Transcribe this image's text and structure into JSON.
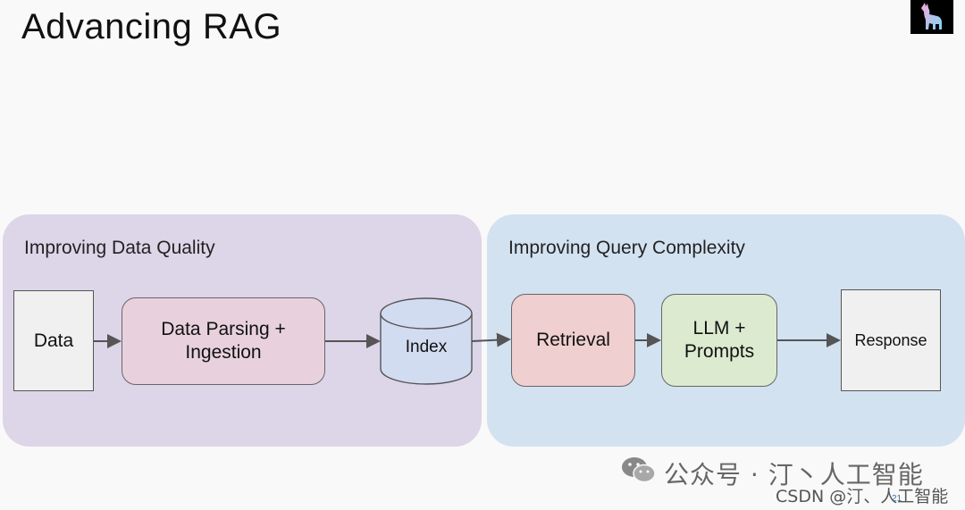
{
  "slide": {
    "title": "Advancing RAG",
    "page_number": "21"
  },
  "groups": {
    "left": {
      "label": "Improving Data Quality"
    },
    "right": {
      "label": "Improving Query Complexity"
    }
  },
  "nodes": {
    "data": "Data",
    "parsing_line1": "Data Parsing +",
    "parsing_line2": "Ingestion",
    "index": "Index",
    "retrieval": "Retrieval",
    "llm_line1": "LLM +",
    "llm_line2": "Prompts",
    "response": "Response"
  },
  "watermark": {
    "wechat": "公众号 · 汀丶人工智能",
    "csdn": "CSDN @汀、人工智能"
  },
  "colors": {
    "left_group": "#ddd5e8",
    "right_group": "#d3e2f1",
    "parsing": "#e8d1dc",
    "index": "#d2dcf1",
    "retrieval": "#efcfcf",
    "llm": "#dcebd0",
    "plain_box": "#f0f0f0"
  }
}
